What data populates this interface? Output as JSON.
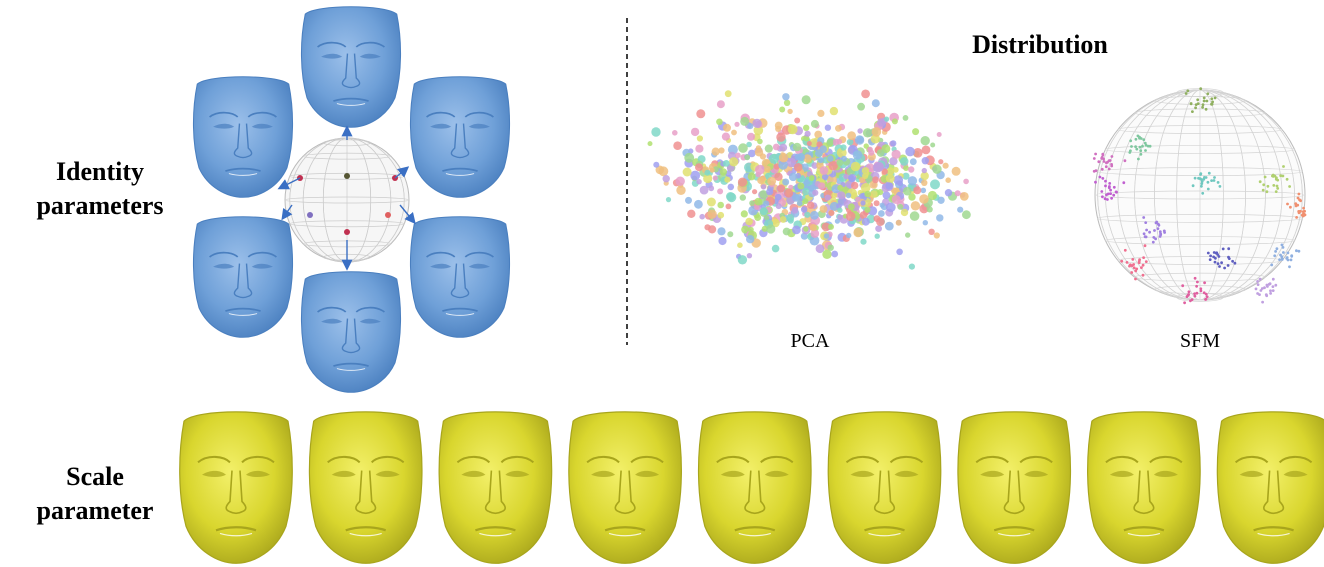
{
  "labels": {
    "identity_line1": "Identity",
    "identity_line2": "parameters",
    "scale_line1": "Scale",
    "scale_line2": "parameter",
    "distribution_title": "Distribution",
    "pca_caption": "PCA",
    "sfm_caption": "SFM"
  },
  "colors": {
    "identity_face": "#6fa0d8",
    "identity_face_shade": "#4a7fbf",
    "scale_face": "#d9d62e",
    "scale_face_shade": "#a8a51c",
    "arrow": "#3a6fc4",
    "divider": "#000000",
    "point_palette": [
      "#e8a0c8",
      "#a0d890",
      "#90b8e8",
      "#f0c080",
      "#c0a0e0",
      "#80d8c8",
      "#f09090",
      "#b0e070",
      "#e0e070",
      "#a0a0f0"
    ]
  },
  "icons": {
    "identity_faces": [
      "face-mesh-blue",
      "face-mesh-blue",
      "face-mesh-blue",
      "face-mesh-blue",
      "face-mesh-blue",
      "face-mesh-blue"
    ],
    "scale_faces": [
      "face-mesh-yellow",
      "face-mesh-yellow",
      "face-mesh-yellow",
      "face-mesh-yellow",
      "face-mesh-yellow",
      "face-mesh-yellow",
      "face-mesh-yellow",
      "face-mesh-yellow",
      "face-mesh-yellow"
    ],
    "center_sphere": "wireframe-sphere",
    "sfm_sphere": "wireframe-sphere-with-clusters",
    "pca_cloud": "scatter-point-cloud"
  }
}
